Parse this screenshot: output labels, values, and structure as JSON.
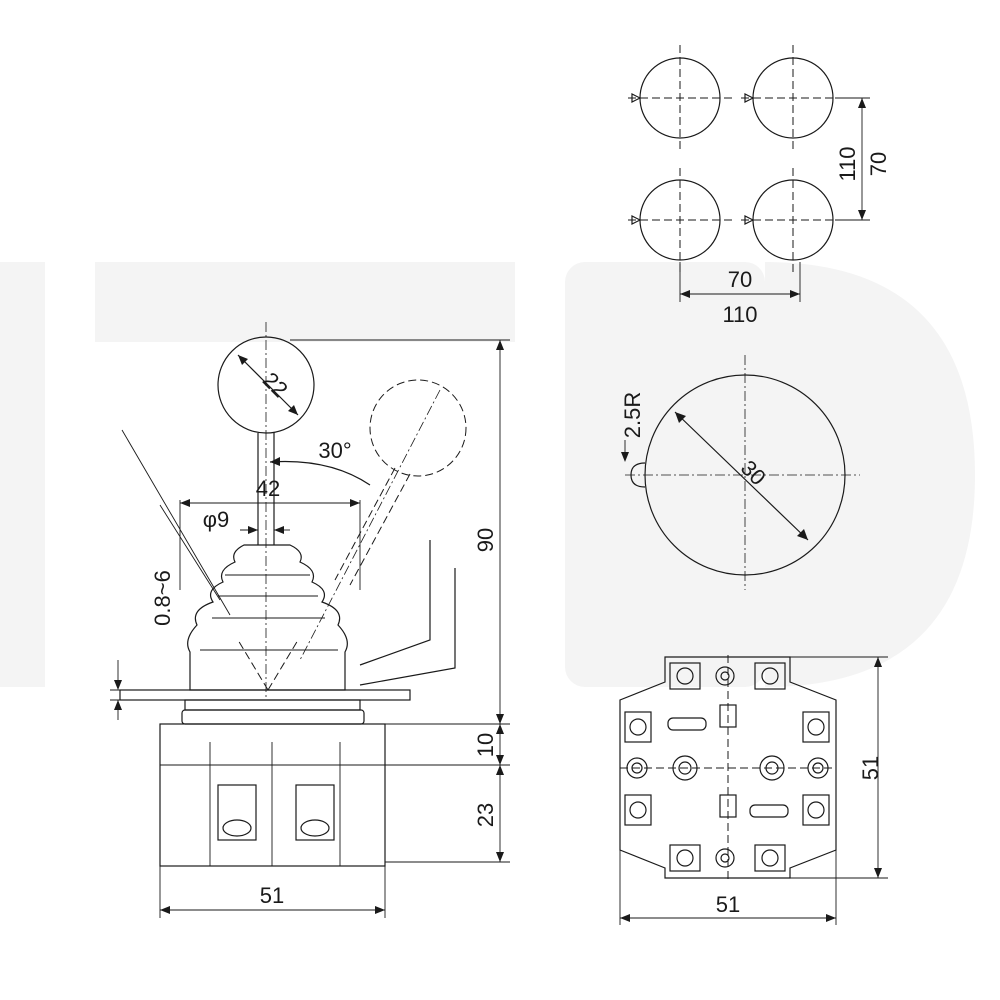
{
  "diagram": {
    "colors": {
      "ink": "#1a1a1a",
      "watermark": "#f2f2f2",
      "background": "#ffffff"
    },
    "side_view": {
      "knob_diameter": "22",
      "tilt_angle": "30°",
      "boot_width": "42",
      "shaft_diameter": "φ9",
      "panel_thickness_range": "0.8~6",
      "total_height": "90",
      "flange_height": "10",
      "body_height": "23",
      "body_width": "51"
    },
    "mounting_layout": {
      "hole_spacing_small_vertical": "70",
      "hole_spacing_large_vertical": "110",
      "hole_spacing_small_horizontal": "70",
      "hole_spacing_large_horizontal": "110"
    },
    "panel_cutout": {
      "notch_radius": "2.5R",
      "cutout_diameter": "30"
    },
    "bottom_view": {
      "width": "51",
      "height": "51"
    }
  }
}
